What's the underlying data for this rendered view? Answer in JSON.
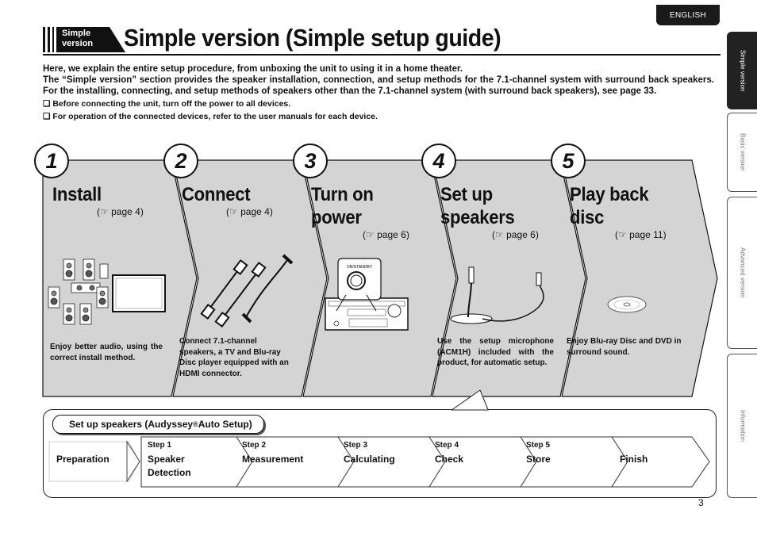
{
  "header": {
    "language": "ENGLISH",
    "badge_line1": "Simple",
    "badge_line2": "version",
    "title": "Simple version (Simple setup guide)"
  },
  "intro": {
    "line1": "Here, we explain the entire setup procedure, from unboxing the unit to using it in a home theater.",
    "line2": "The “Simple version” section provides the speaker installation, connection, and setup methods for the 7.1-channel system with surround back speakers. For the installing, connecting, and setup methods of speakers other than the 7.1-channel system (with surround back speakers), see page 33.",
    "note1": "❑ Before connecting the unit, turn off the power to all devices.",
    "note2": "❑ For operation of the connected devices, refer to the user manuals for each device."
  },
  "steps": [
    {
      "number": "1",
      "title_line1": "Install",
      "title_line2": "",
      "page_ref": "page 4",
      "description": "Enjoy better audio, using the correct install method."
    },
    {
      "number": "2",
      "title_line1": "Connect",
      "title_line2": "",
      "page_ref": "page 4",
      "description": "Connect 7.1-channel speakers, a TV and Blu-ray Disc player equipped with an HDMI connector."
    },
    {
      "number": "3",
      "title_line1": "Turn on",
      "title_line2": "power",
      "page_ref": "page 6",
      "description": ""
    },
    {
      "number": "4",
      "title_line1": "Set up",
      "title_line2": "speakers",
      "page_ref": "page 6",
      "description": "Use the setup microphone (ACM1H) included with the product, for automatic setup."
    },
    {
      "number": "5",
      "title_line1": "Play back",
      "title_line2": "disc",
      "page_ref": "page 11",
      "description": "Enjoy Blu-ray Disc and DVD in surround sound."
    }
  ],
  "illustration": {
    "on_standby_label": "ON/STANDBY"
  },
  "audyssey": {
    "label_prefix": "Set up speakers (Audyssey",
    "label_reg": "®",
    "label_suffix": " Auto Setup)",
    "flow": [
      {
        "step": "",
        "label_line1": "Preparation",
        "label_line2": ""
      },
      {
        "step": "Step 1",
        "label_line1": "Speaker",
        "label_line2": "Detection"
      },
      {
        "step": "Step 2",
        "label_line1": "Measurement",
        "label_line2": ""
      },
      {
        "step": "Step 3",
        "label_line1": "Calculating",
        "label_line2": ""
      },
      {
        "step": "Step 4",
        "label_line1": "Check",
        "label_line2": ""
      },
      {
        "step": "Step 5",
        "label_line1": "Store",
        "label_line2": ""
      },
      {
        "step": "",
        "label_line1": "Finish",
        "label_line2": ""
      }
    ]
  },
  "side_tabs": [
    {
      "label": "Simple version",
      "active": true
    },
    {
      "label": "Basic version",
      "active": false
    },
    {
      "label": "Advanced version",
      "active": false
    },
    {
      "label": "Information",
      "active": false
    }
  ],
  "page_number": "3",
  "colors": {
    "panel_fill": "#d4d4d4",
    "dark": "#1a1a1a"
  },
  "icons": [
    "hand-pointer-icon",
    "speaker-icon",
    "tv-icon",
    "cable-icon",
    "receiver-icon",
    "microphone-icon",
    "disc-icon"
  ]
}
